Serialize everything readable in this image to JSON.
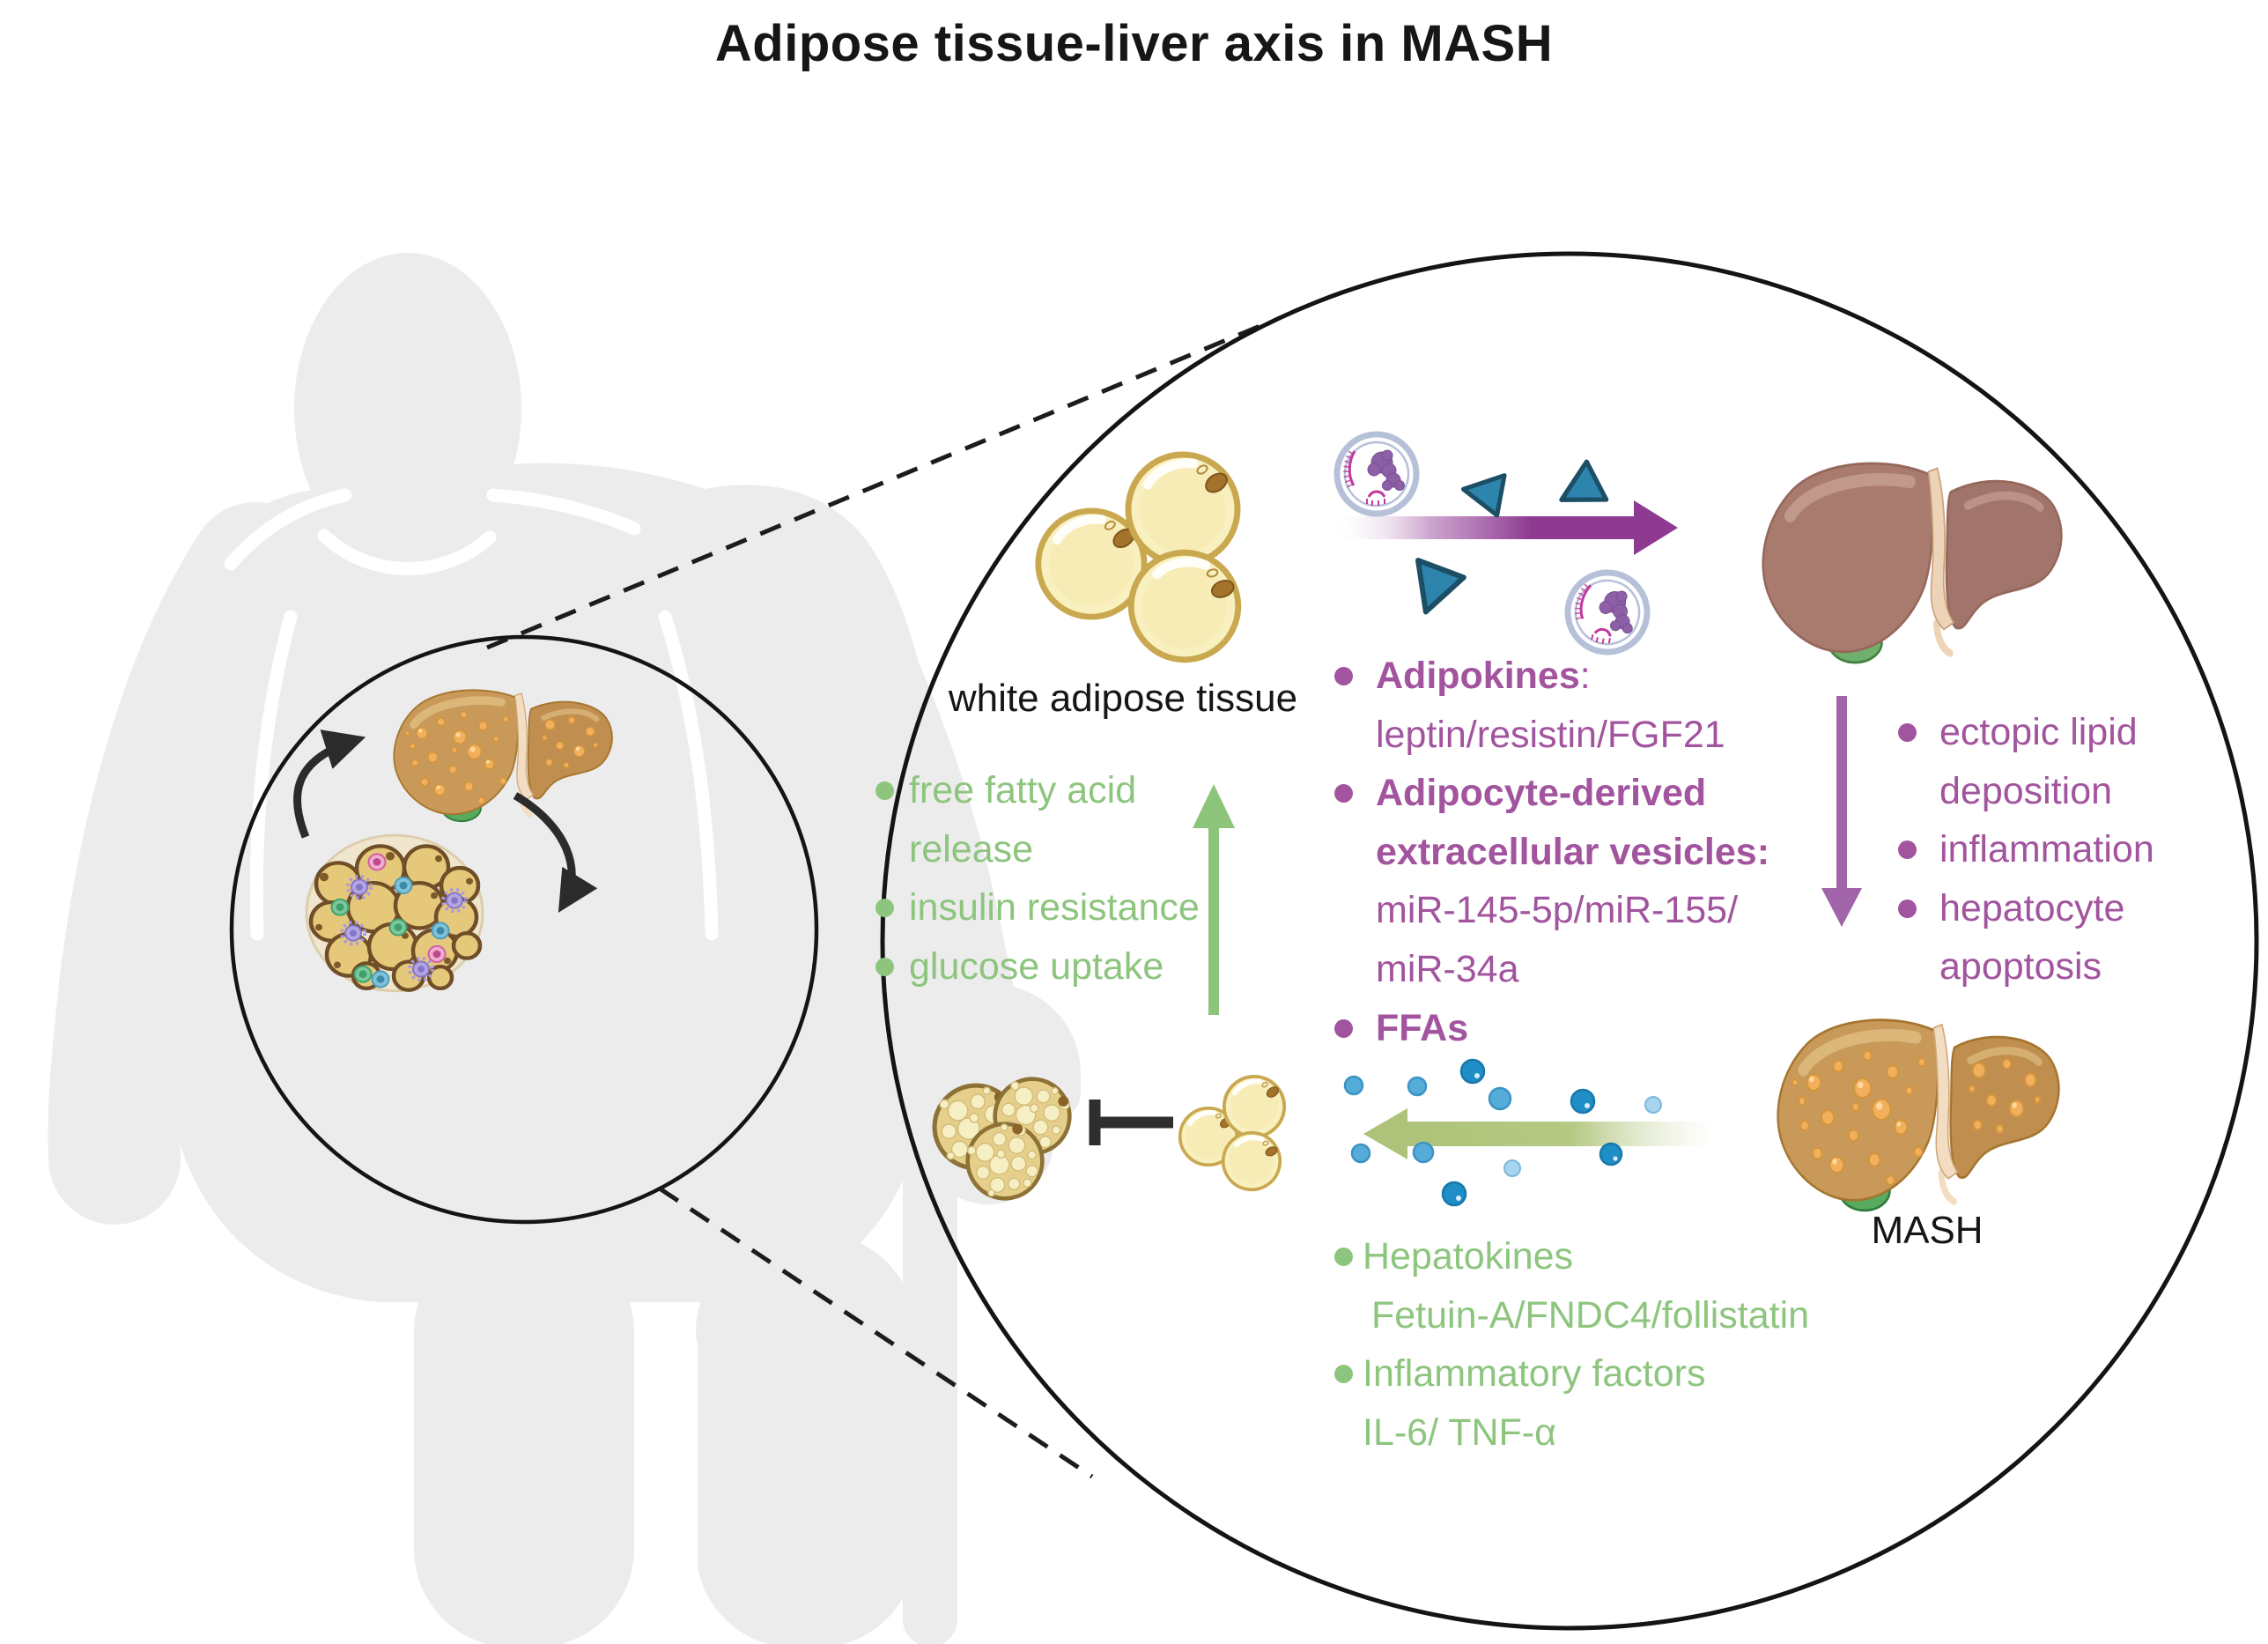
{
  "title": "Adipose tissue-liver axis in MASH",
  "labels": {
    "white_adipose_tissue": "white adipose tissue",
    "mash": "MASH"
  },
  "adipose_to_liver_list": {
    "heading1": "Adipokines",
    "heading1_colon": ":",
    "line_leptin": "leptin/resistin/FGF21",
    "heading2a": "Adipocyte-derived",
    "heading2b": "extracellular vesicles:",
    "line_mir1": "miR-145-5p/miR-155/",
    "line_mir2": "miR-34a",
    "heading3": "FFAs"
  },
  "adipose_effects_list": {
    "lines": [
      "free fatty acid",
      "release",
      "insulin resistance",
      "glucose uptake"
    ]
  },
  "liver_effects_list": {
    "lines": [
      "ectopic lipid",
      "deposition",
      "inflammation",
      "hepatocyte",
      "apoptosis"
    ]
  },
  "liver_to_adipose_list": {
    "lines": [
      "Hepatokines",
      "Fetuin-A/FNDC4/follistatin",
      "Inflammatory factors",
      "IL-6/ TNF-α"
    ]
  },
  "colors": {
    "adipose_signal_text": "#a2549e",
    "liver_effect_text": "#a2549e",
    "green_text": "#8dc57e",
    "arrow_adipose_to_liver": "#8e3a91",
    "arrow_liver_effects": "#a264a8",
    "arrow_adipose_effects": "#8cc47c",
    "arrow_liver_to_adipose": "#aec379",
    "adipokine_triangle": "#2d84ad",
    "ffa_dot": "#1f8dc6",
    "healthy_liver": "#a97b6e",
    "mash_liver": "#c9995a",
    "white_adipocyte": "#f9f0c0",
    "silhouette": "#ececec"
  },
  "icons": {
    "obese_person": "obese-person-silhouette",
    "cane": "cane-icon",
    "zoom_circle": "magnifier-circle",
    "vesicle": "extracellular-vesicle-icon",
    "triangle": "adipokine-triangle-icon",
    "ffa": "ffa-dot-icon",
    "healthy_liver": "healthy-liver-icon",
    "mash_liver": "mash-liver-icon",
    "white_adipocytes": "white-adipocyte-icon",
    "beige_adipocytes": "beige-adipocyte-icon",
    "inhibition": "inhibition-tbar-icon"
  }
}
